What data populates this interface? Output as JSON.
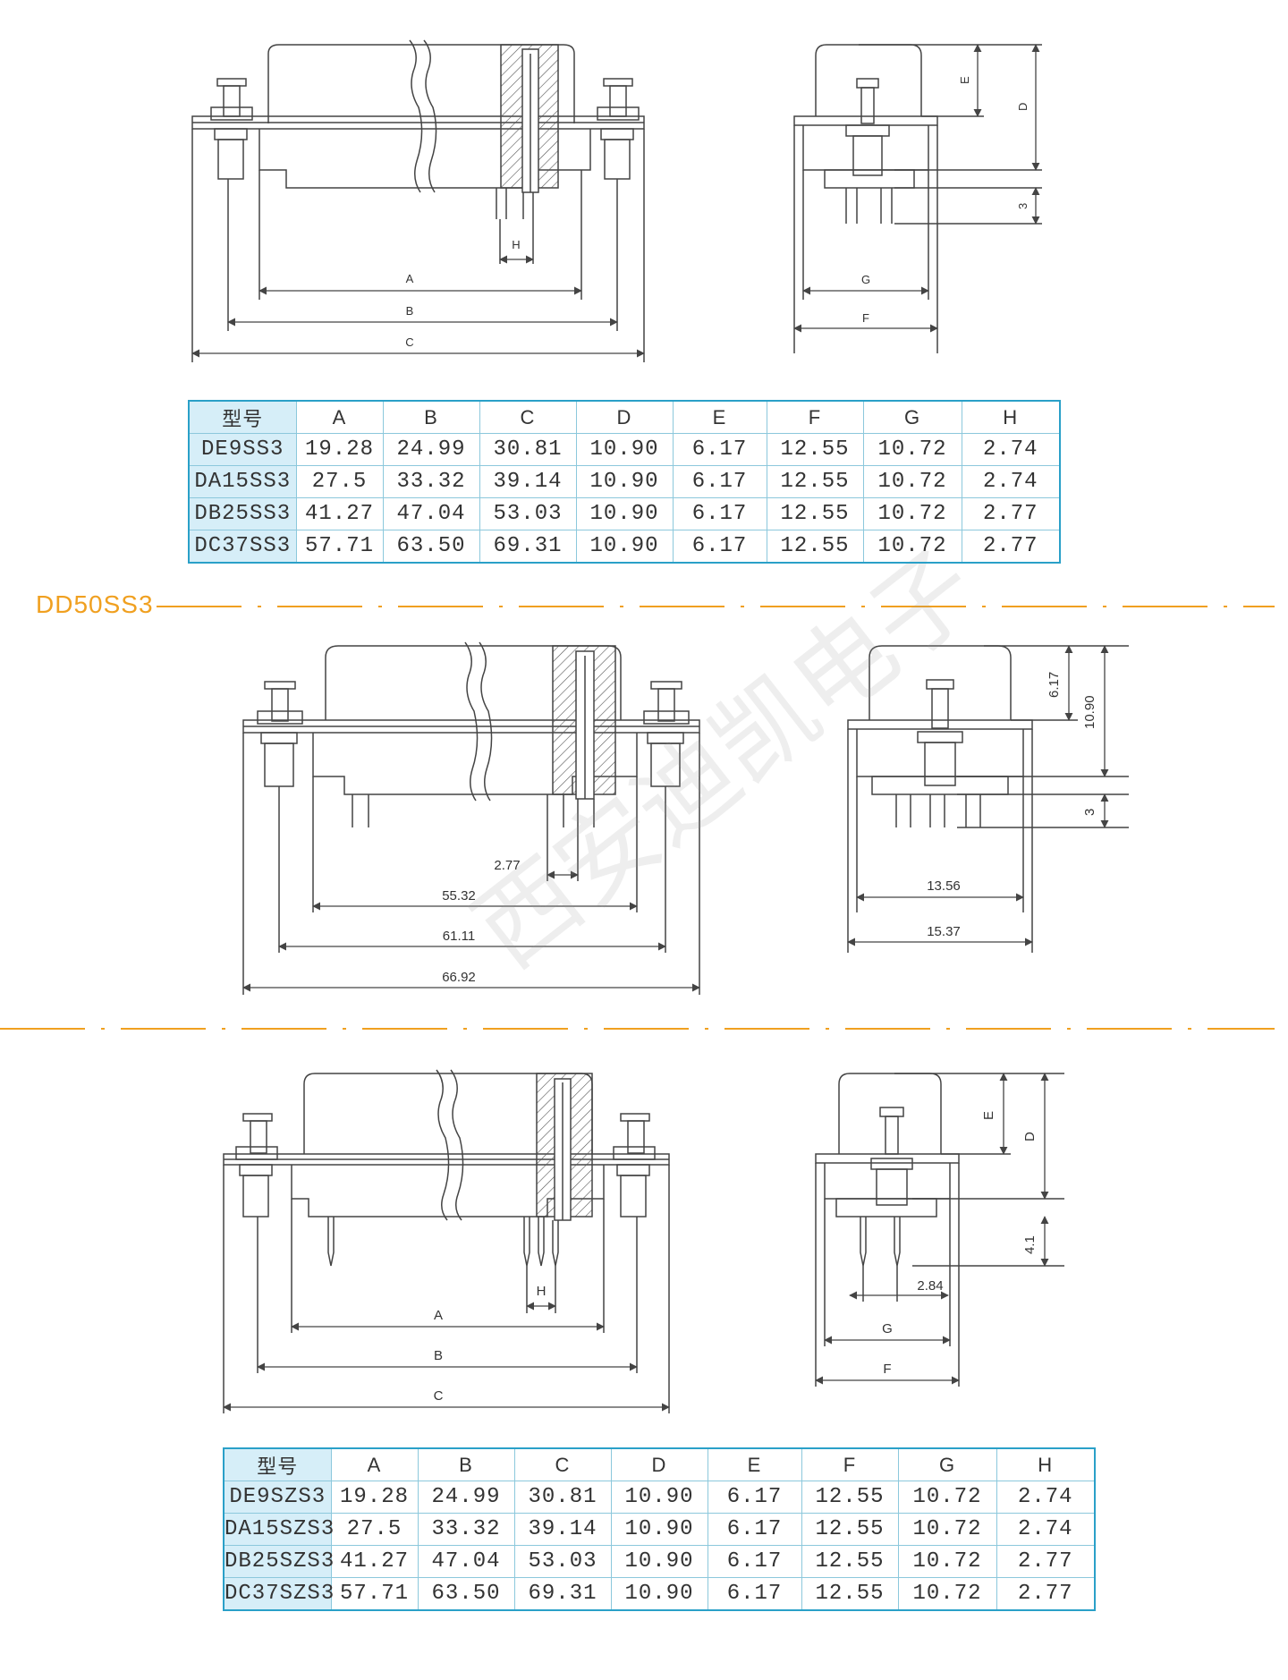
{
  "colors": {
    "accent": "#f0a020",
    "table_border": "#2aa0c8",
    "model_cell_bg": "#d6eef8",
    "line": "#444444"
  },
  "watermark": "西安迪凯电子",
  "section1": {
    "front_labels": {
      "a": "A",
      "b": "B",
      "c": "C",
      "h": "H"
    },
    "side_labels": {
      "e": "E",
      "d": "D",
      "three": "3",
      "g": "G",
      "f": "F"
    },
    "table": {
      "headers": [
        "型号",
        "A",
        "B",
        "C",
        "D",
        "E",
        "F",
        "G",
        "H"
      ],
      "rows": [
        [
          "DE9SS3",
          "19.28",
          "24.99",
          "30.81",
          "10.90",
          "6.17",
          "12.55",
          "10.72",
          "2.74"
        ],
        [
          "DA15SS3",
          "27.5",
          "33.32",
          "39.14",
          "10.90",
          "6.17",
          "12.55",
          "10.72",
          "2.74"
        ],
        [
          "DB25SS3",
          "41.27",
          "47.04",
          "53.03",
          "10.90",
          "6.17",
          "12.55",
          "10.72",
          "2.77"
        ],
        [
          "DC37SS3",
          "57.71",
          "63.50",
          "69.31",
          "10.90",
          "6.17",
          "12.55",
          "10.72",
          "2.77"
        ]
      ]
    }
  },
  "section2": {
    "title": "DD50SS3",
    "front_labels": {
      "pitch": "2.77",
      "a": "55.32",
      "b": "61.11",
      "c": "66.92"
    },
    "side_labels": {
      "e": "6.17",
      "d": "10.90",
      "three": "3",
      "g": "13.56",
      "f": "15.37"
    }
  },
  "section3": {
    "front_labels": {
      "a": "A",
      "b": "B",
      "c": "C",
      "h": "H"
    },
    "side_labels": {
      "e": "E",
      "d": "D",
      "pin": "4.1",
      "pitch": "2.84",
      "g": "G",
      "f": "F"
    },
    "table": {
      "headers": [
        "型号",
        "A",
        "B",
        "C",
        "D",
        "E",
        "F",
        "G",
        "H"
      ],
      "rows": [
        [
          "DE9SZS3",
          "19.28",
          "24.99",
          "30.81",
          "10.90",
          "6.17",
          "12.55",
          "10.72",
          "2.74"
        ],
        [
          "DA15SZS3",
          "27.5",
          "33.32",
          "39.14",
          "10.90",
          "6.17",
          "12.55",
          "10.72",
          "2.74"
        ],
        [
          "DB25SZS3",
          "41.27",
          "47.04",
          "53.03",
          "10.90",
          "6.17",
          "12.55",
          "10.72",
          "2.77"
        ],
        [
          "DC37SZS3",
          "57.71",
          "63.50",
          "69.31",
          "10.90",
          "6.17",
          "12.55",
          "10.72",
          "2.77"
        ]
      ]
    }
  }
}
